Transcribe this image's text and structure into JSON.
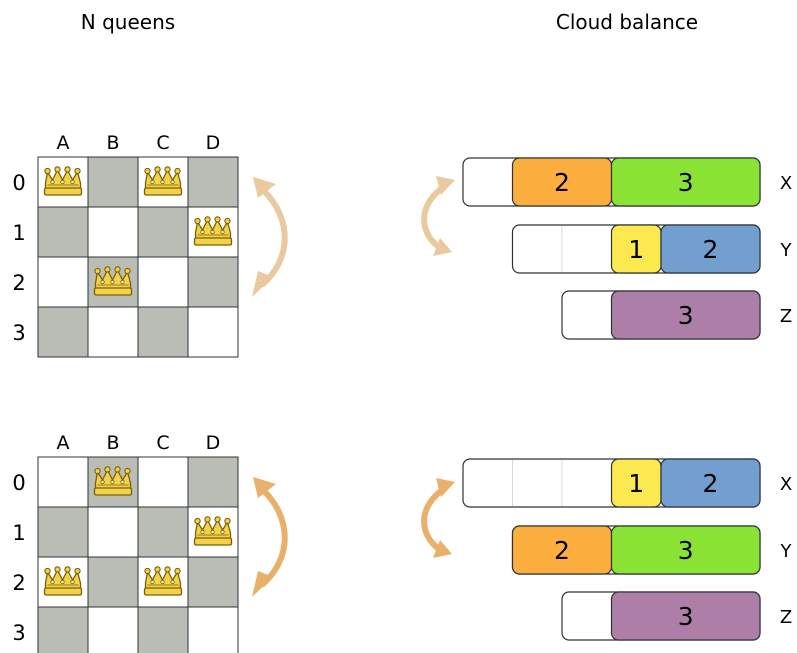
{
  "titles": {
    "left": "N queens",
    "right": "Cloud balance"
  },
  "colors": {
    "board_dark": "#babdb6",
    "board_light": "#ffffff",
    "board_line": "#2e3436",
    "queen_gold": "#f2d24b",
    "queen_outline": "#7a5f05",
    "arrow_light": "#e9c9a0",
    "arrow_dark": "#e8b068",
    "process_1": "#fce94f",
    "process_2_blue": "#729fcf",
    "process_2_orange": "#fcaf3e",
    "process_3_green": "#8ae234",
    "process_3_purple": "#ad7fa8",
    "empty_bar": "#ffffff"
  },
  "boards": [
    {
      "columns": [
        "A",
        "B",
        "C",
        "D"
      ],
      "rows": [
        "0",
        "1",
        "2",
        "3"
      ],
      "queens": [
        {
          "col": 0,
          "row": 0
        },
        {
          "col": 2,
          "row": 0
        },
        {
          "col": 3,
          "row": 1
        },
        {
          "col": 1,
          "row": 2
        }
      ]
    },
    {
      "columns": [
        "A",
        "B",
        "C",
        "D"
      ],
      "rows": [
        "0",
        "1",
        "2",
        "3"
      ],
      "queens": [
        {
          "col": 1,
          "row": 0
        },
        {
          "col": 3,
          "row": 1
        },
        {
          "col": 0,
          "row": 2
        },
        {
          "col": 2,
          "row": 2
        }
      ]
    }
  ],
  "computers": [
    {
      "rows": [
        {
          "label": "X",
          "capacity": 6,
          "processes": [
            {
              "size": 2,
              "label": "2",
              "color": "process_2_orange"
            },
            {
              "size": 3,
              "label": "3",
              "color": "process_3_green"
            }
          ]
        },
        {
          "label": "Y",
          "capacity": 5,
          "processes": [
            {
              "size": 1,
              "label": "1",
              "color": "process_1"
            },
            {
              "size": 2,
              "label": "2",
              "color": "process_2_blue"
            }
          ]
        },
        {
          "label": "Z",
          "capacity": 4,
          "processes": [
            {
              "size": 3,
              "label": "3",
              "color": "process_3_purple"
            }
          ]
        }
      ]
    },
    {
      "rows": [
        {
          "label": "X",
          "capacity": 6,
          "processes": [
            {
              "size": 1,
              "label": "1",
              "color": "process_1"
            },
            {
              "size": 2,
              "label": "2",
              "color": "process_2_blue"
            }
          ]
        },
        {
          "label": "Y",
          "capacity": 5,
          "processes": [
            {
              "size": 2,
              "label": "2",
              "color": "process_2_orange"
            },
            {
              "size": 3,
              "label": "3",
              "color": "process_3_green"
            }
          ]
        },
        {
          "label": "Z",
          "capacity": 4,
          "processes": [
            {
              "size": 3,
              "label": "3",
              "color": "process_3_purple"
            }
          ]
        }
      ]
    }
  ]
}
